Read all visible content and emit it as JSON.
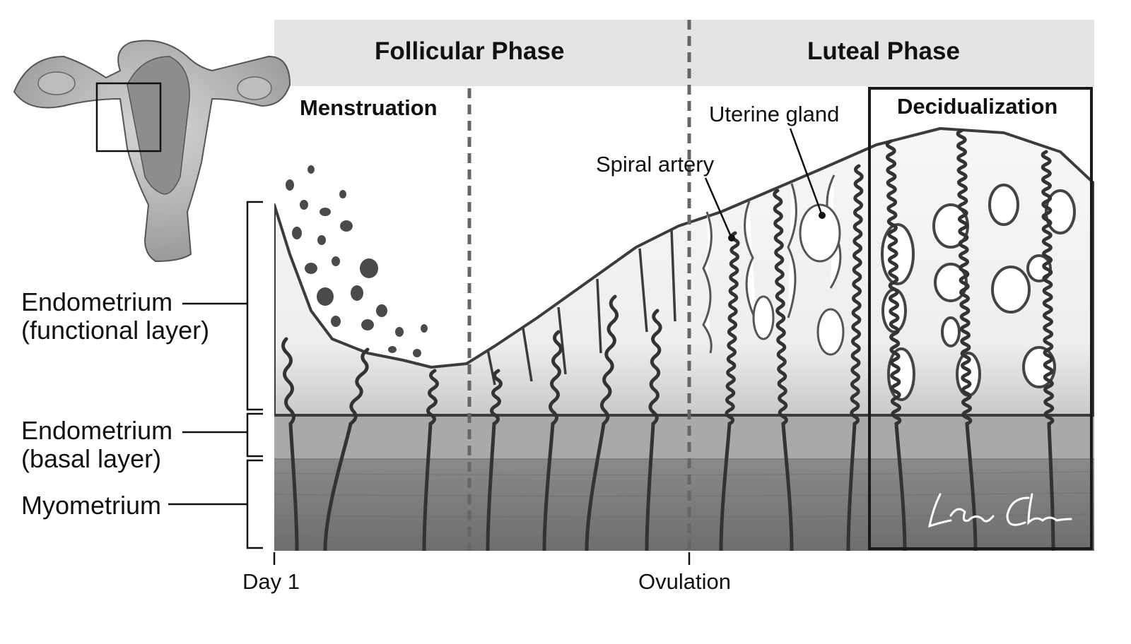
{
  "diagram": {
    "phases": {
      "follicular": "Follicular Phase",
      "luteal": "Luteal Phase"
    },
    "stages": {
      "menstruation": "Menstruation",
      "decidualization": "Decidualization"
    },
    "callouts": {
      "uterine_gland": "Uterine gland",
      "spiral_artery": "Spiral artery"
    },
    "layers": {
      "functional": [
        "Endometrium",
        "(functional layer)"
      ],
      "basal": [
        "Endometrium",
        "(basal layer)"
      ],
      "myometrium": "Myometrium"
    },
    "timeline": {
      "day1": "Day 1",
      "ovulation": "Ovulation"
    },
    "signature": "Lisa Clark",
    "colors": {
      "band": "#e4e4e4",
      "functional_light": "#f0f0f0",
      "basal": "#a9a9a9",
      "myometrium": "#7f7f7f",
      "outline": "#3c3c3c",
      "artery": "#333333"
    }
  }
}
